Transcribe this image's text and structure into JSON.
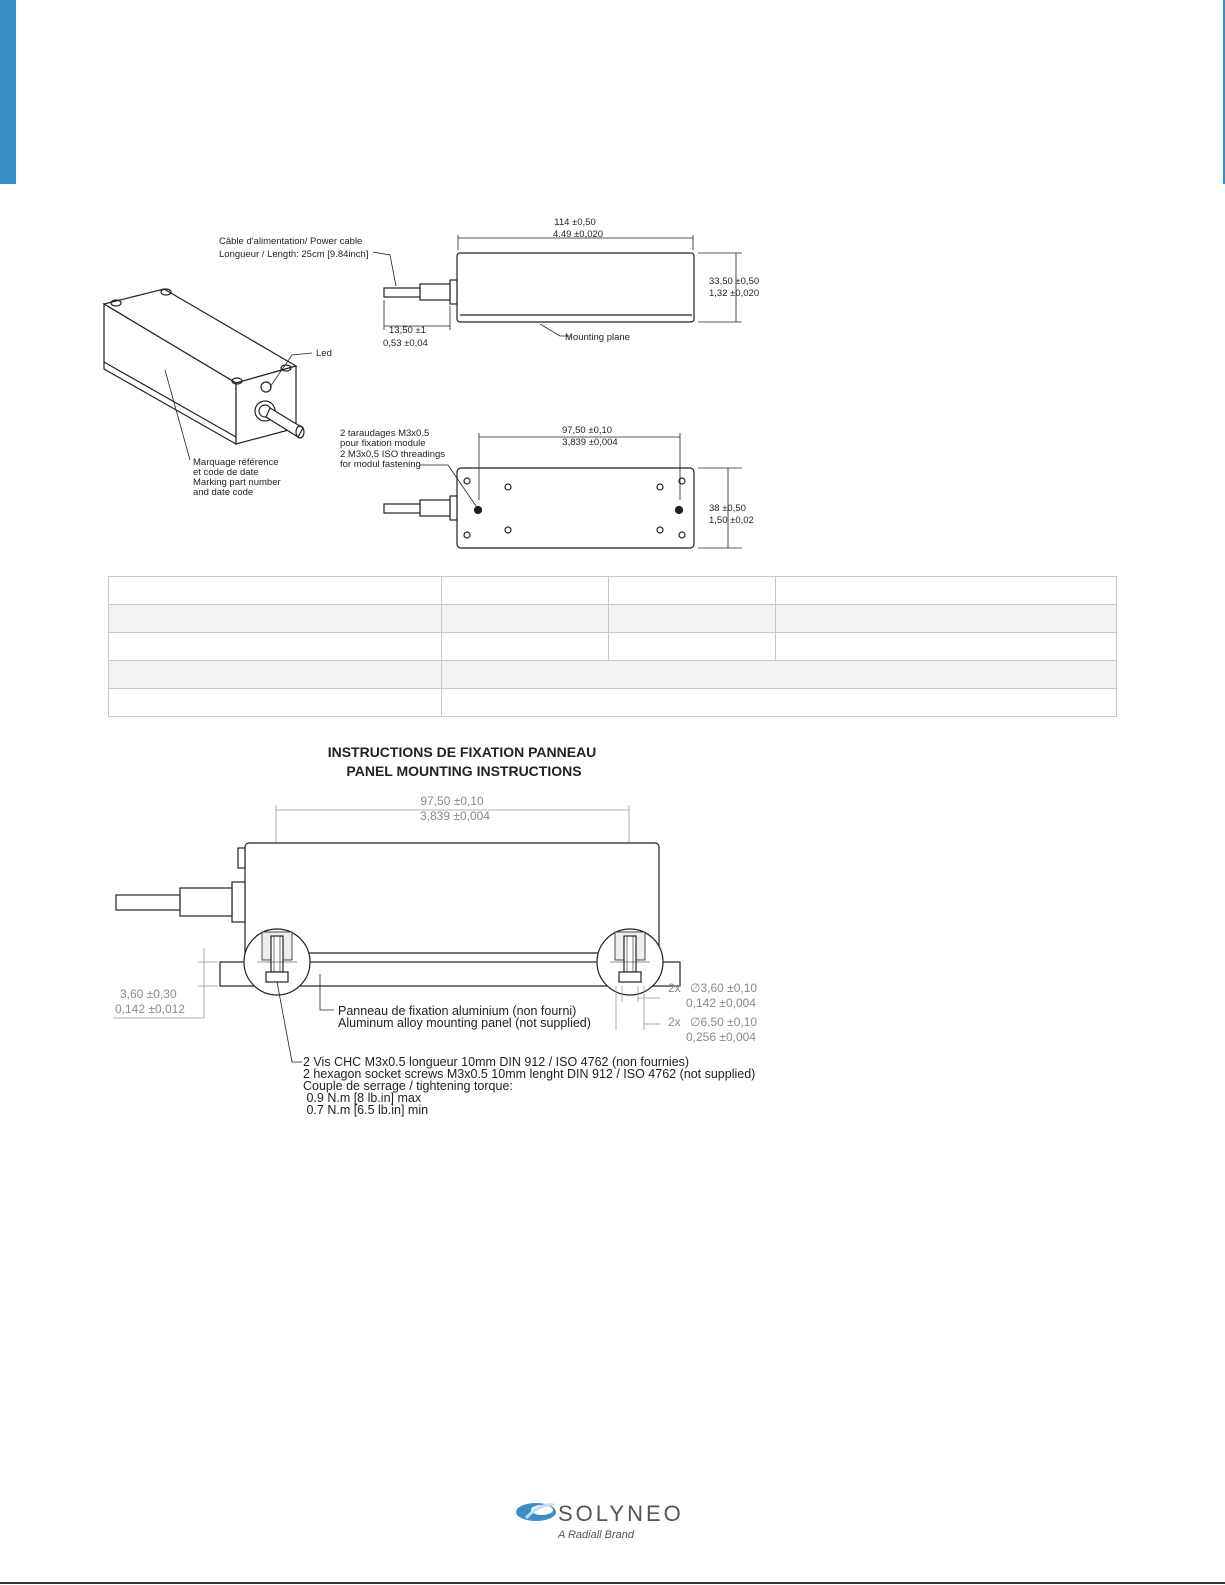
{
  "drawing": {
    "cable_note": [
      "Câble d'alimentation/ Power cable",
      "Longueur / Length: 25cm [9.84inch]"
    ],
    "led": "Led",
    "marking_note": [
      "Marquage référence",
      "et code de date",
      "Marking part number",
      "and date code"
    ],
    "dim_length": [
      "114 ±0,50",
      "4.49 ±0,020"
    ],
    "dim_height": [
      "33,50 ±0,50",
      "1,32 ±0,020"
    ],
    "dim_cable_exit": [
      "13,50 ±1",
      "0,53 ±0,04"
    ],
    "mounting_plane": "Mounting plane",
    "threading_note": [
      "2 taraudages M3x0.5",
      "pour fixation module",
      "2 M3x0.5 ISO threadings",
      "for modul fastening"
    ],
    "dim_hole_spacing": [
      "97,50 ±0,10",
      "3,839 ±0,004"
    ],
    "dim_width": [
      "38 ±0,50",
      "1,50 ±0,02"
    ]
  },
  "spec_table": {
    "rows": [
      [
        "",
        "",
        "",
        ""
      ],
      [
        "",
        "",
        "",
        ""
      ],
      [
        "",
        "",
        "",
        ""
      ],
      [
        "",
        ""
      ],
      [
        "",
        ""
      ]
    ]
  },
  "panel": {
    "title_fr": "INSTRUCTIONS DE FIXATION PANNEAU",
    "title_en": "PANEL MOUNTING INSTRUCTIONS",
    "dim_spacing": [
      "97,50 ±0,10",
      "3,839 ±0,004"
    ],
    "dim_panel": [
      "3,60 ±0,30",
      "0,142 ±0,012"
    ],
    "hole_small": [
      "2x",
      "∅3,60 ±0,10",
      "0,142 ±0,004"
    ],
    "hole_large": [
      "2x",
      "∅6,50 ±0,10",
      "0,256 ±0,004"
    ],
    "panel_note": [
      "Panneau de fixation aluminium (non fourni)",
      "Aluminum alloy mounting panel (not supplied)"
    ],
    "screw_note": [
      "2 Vis CHC M3x0.5 longueur 10mm DIN 912 / ISO 4762 (non fournies)",
      "2 hexagon socket screws M3x0.5 10mm lenght DIN 912 / ISO 4762 (not supplied)",
      "Couple de serrage / tightening torque:",
      " 0.9 N.m [8 lb.in] max",
      " 0.7 N.m [6.5 lb.in] min"
    ]
  },
  "logo": {
    "name": "SOLYNEO",
    "tagline": "A Radiall Brand",
    "color": "#3a8fc7"
  },
  "colors": {
    "accent": "#3a8fc7"
  }
}
